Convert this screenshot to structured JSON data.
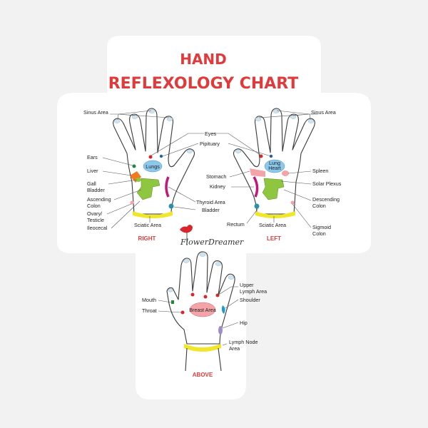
{
  "title": {
    "line1": "HAND",
    "line2": "REFLEXOLOGY CHART"
  },
  "brand": {
    "name": "FlowerDreamer"
  },
  "hands": {
    "right": {
      "caption": "RIGHT"
    },
    "left": {
      "caption": "LEFT"
    },
    "above": {
      "caption": "ABOVE"
    }
  },
  "labels": {
    "sinus_left": "Sinus Area",
    "sinus_right": "Sinus Area",
    "eyes": "Eyes",
    "pipituary": "Pipituary",
    "ears": "Ears",
    "liver": "Liver",
    "gall_bladder": [
      "Gall",
      "Bladder"
    ],
    "ascending_colon": [
      "Ascending",
      "Colon"
    ],
    "ovary_testicle": [
      "Ovary/",
      "Testicle"
    ],
    "ileocecal": "Ileocecal",
    "sciatic_right": "Sciatic Area",
    "sciatic_left": "Sciatic Area",
    "thyroid": "Thyroid Area",
    "bladder": "Bladder",
    "stomach": "Stomach",
    "kidney": "Kidney",
    "rectum": "Rectum",
    "spleen": "Spleen",
    "solar_plexus": "Solar Plexus",
    "descending_colon": [
      "Descending",
      "Colon"
    ],
    "sigmoid_colon": [
      "Sigmoid",
      "Colon"
    ],
    "lungs": "Lungs",
    "lung_heart": [
      "Lung",
      "Heart"
    ],
    "mouth": "Mouth",
    "throat": "Throat",
    "breast": "Breast Area",
    "upper_lymph": [
      "Upper",
      "Lymph Area"
    ],
    "shoulder": "Shoulder",
    "hip": "Hip",
    "lymph_node": [
      "Lymph Node",
      "Area"
    ]
  },
  "colors": {
    "title": "#e23a3a",
    "caption": "#e23a3a",
    "red_dot": "#d9262c",
    "lung_blue": "#8cc8ec",
    "green": "#8ec63f",
    "yellow": "#f0e62a",
    "magenta": "#c0197a",
    "orange": "#f47a20",
    "breast_pink": "#f4a4a8",
    "shoulder_blue": "#1a9ad6",
    "hip_purple": "#a08cc8"
  }
}
